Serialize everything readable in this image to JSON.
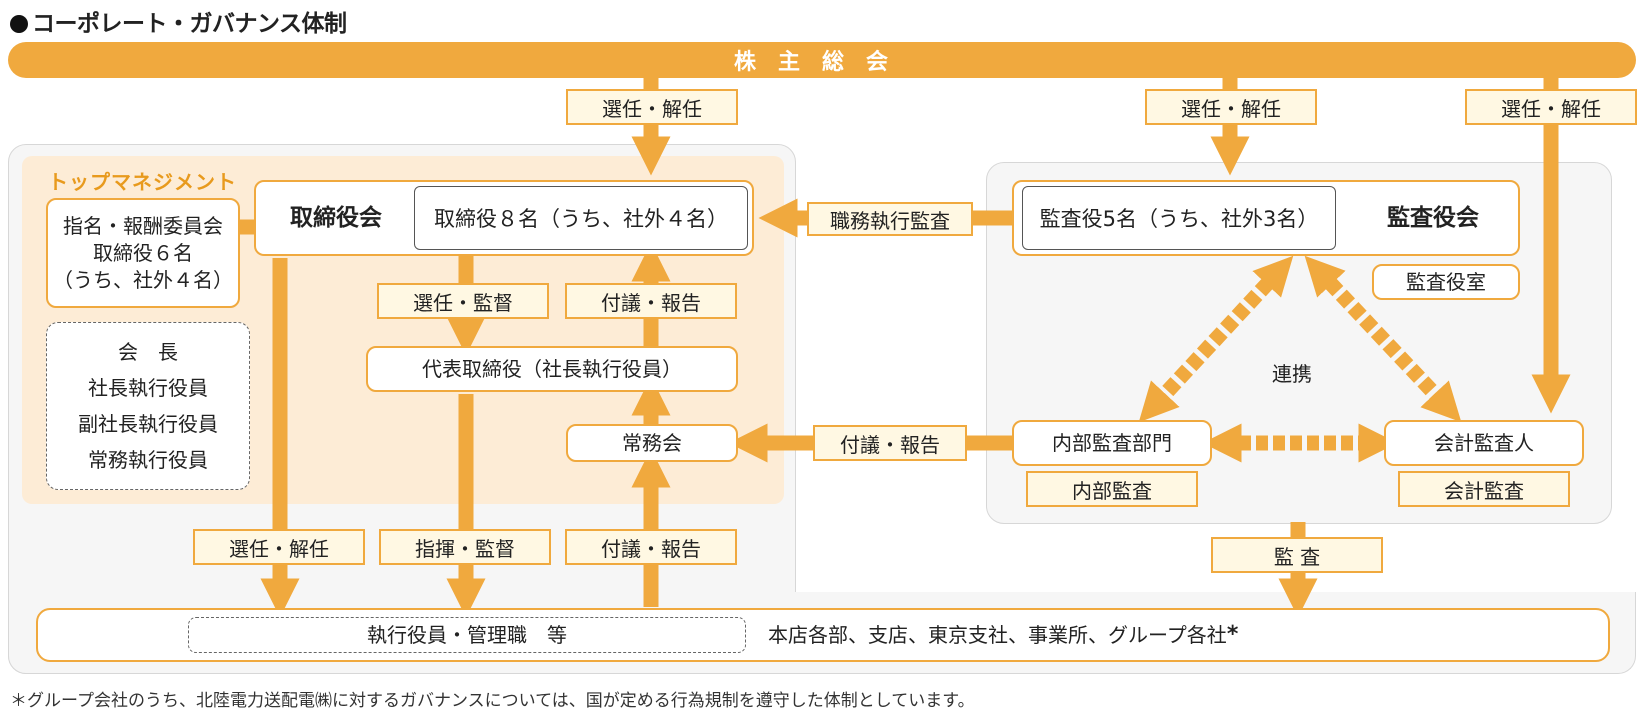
{
  "title": "コーポレート・ガバナンス体制",
  "shareholders": "株主総会",
  "labels": {
    "elect_dismiss": "選任・解任",
    "elect_supervise": "選任・監督",
    "propose_report": "付議・報告",
    "direct_supervise": "指揮・監督",
    "exec_audit": "職務執行監査",
    "audit": "監 査",
    "cooperation": "連携",
    "internal_audit_label": "内部監査",
    "accounting_audit_label": "会計監査"
  },
  "top_management": "トップマネジメント",
  "nomination_committee": [
    "指名・報酬委員会",
    "取締役６名",
    "（うち、社外４名）"
  ],
  "executives": [
    "会　長",
    "社長執行役員",
    "副社長執行役員",
    "常務執行役員"
  ],
  "board": {
    "name": "取締役会",
    "composition": "取締役８名（うち、社外４名）"
  },
  "representative_director": "代表取締役（社長執行役員）",
  "managing_committee": "常務会",
  "audit_board": {
    "name": "監査役会",
    "composition": "監査役5名（うち、社外3名）",
    "office": "監査役室"
  },
  "internal_audit_dept": "内部監査部門",
  "accounting_auditor": "会計監査人",
  "bottom": {
    "executives_managers": "執行役員・管理職　等",
    "departments": "本店各部、支店、東京支社、事業所、グループ各社",
    "star": "*"
  },
  "footnote": "＊グループ会社のうち、北陸電力送配電㈱に対するガバナンスについては、国が定める行為規制を遵守した体制としています。",
  "colors": {
    "accent": "#f0a93e",
    "label_fill": "#fff8e3",
    "top_mgmt_bg": "#fdecd6",
    "region_bg": "#f6f6f6"
  }
}
